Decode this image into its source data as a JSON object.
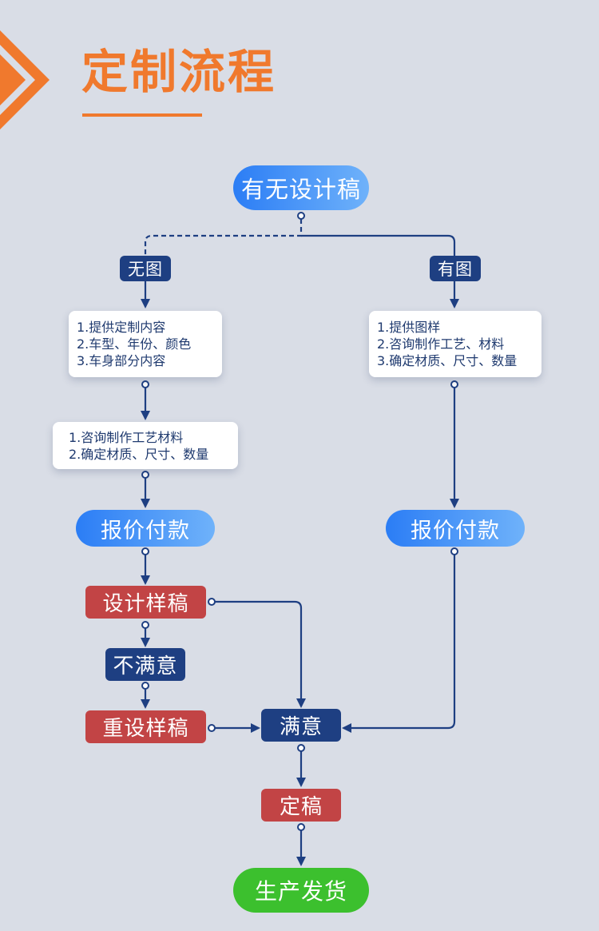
{
  "header": {
    "title": "定制流程",
    "accent_color": "#f0792d"
  },
  "nodes": {
    "has_design": "有无设计稿",
    "no_design": "无图",
    "yes_design": "有图",
    "left_card_1": [
      "1.提供定制内容",
      "2.车型、年份、颜色",
      "3.车身部分内容"
    ],
    "left_card_2": [
      "1.咨询制作工艺材料",
      "2.确定材质、尺寸、数量"
    ],
    "right_card_1": [
      "1.提供图样",
      "2.咨询制作工艺、材料",
      "3.确定材质、尺寸、数量"
    ],
    "quote_pay_left": "报价付款",
    "quote_pay_right": "报价付款",
    "design_sample": "设计样稿",
    "not_satisfied": "不满意",
    "redesign_sample": "重设样稿",
    "satisfied": "满意",
    "final_draft": "定稿",
    "ship": "生产发货"
  },
  "colors": {
    "background": "#d9dde6",
    "navy": "#1e3f82",
    "red": "#c24445",
    "blue_start": "#2b7df5",
    "blue_end": "#6fb2fa",
    "green": "#3cc02e",
    "line": "#1e3f82"
  }
}
